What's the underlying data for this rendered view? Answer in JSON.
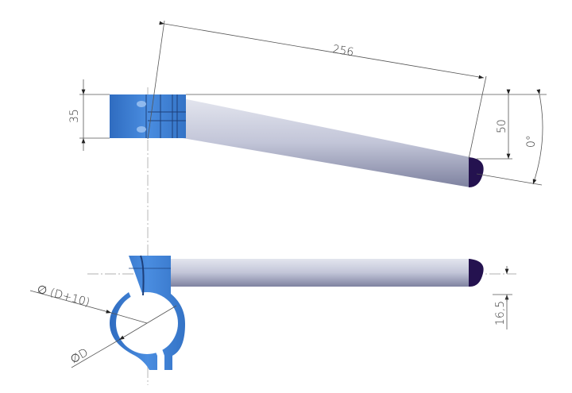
{
  "dimensions": {
    "length": "256",
    "clamp_height": "35",
    "offset": "50",
    "angle": "0°",
    "outer_diameter": "∅ (D+10)",
    "inner_diameter": "∅D",
    "tube_drop": "16,5"
  },
  "colors": {
    "clamp": "#3d7fd0",
    "tube": "#b9bdd2",
    "cap": "#24124f"
  }
}
